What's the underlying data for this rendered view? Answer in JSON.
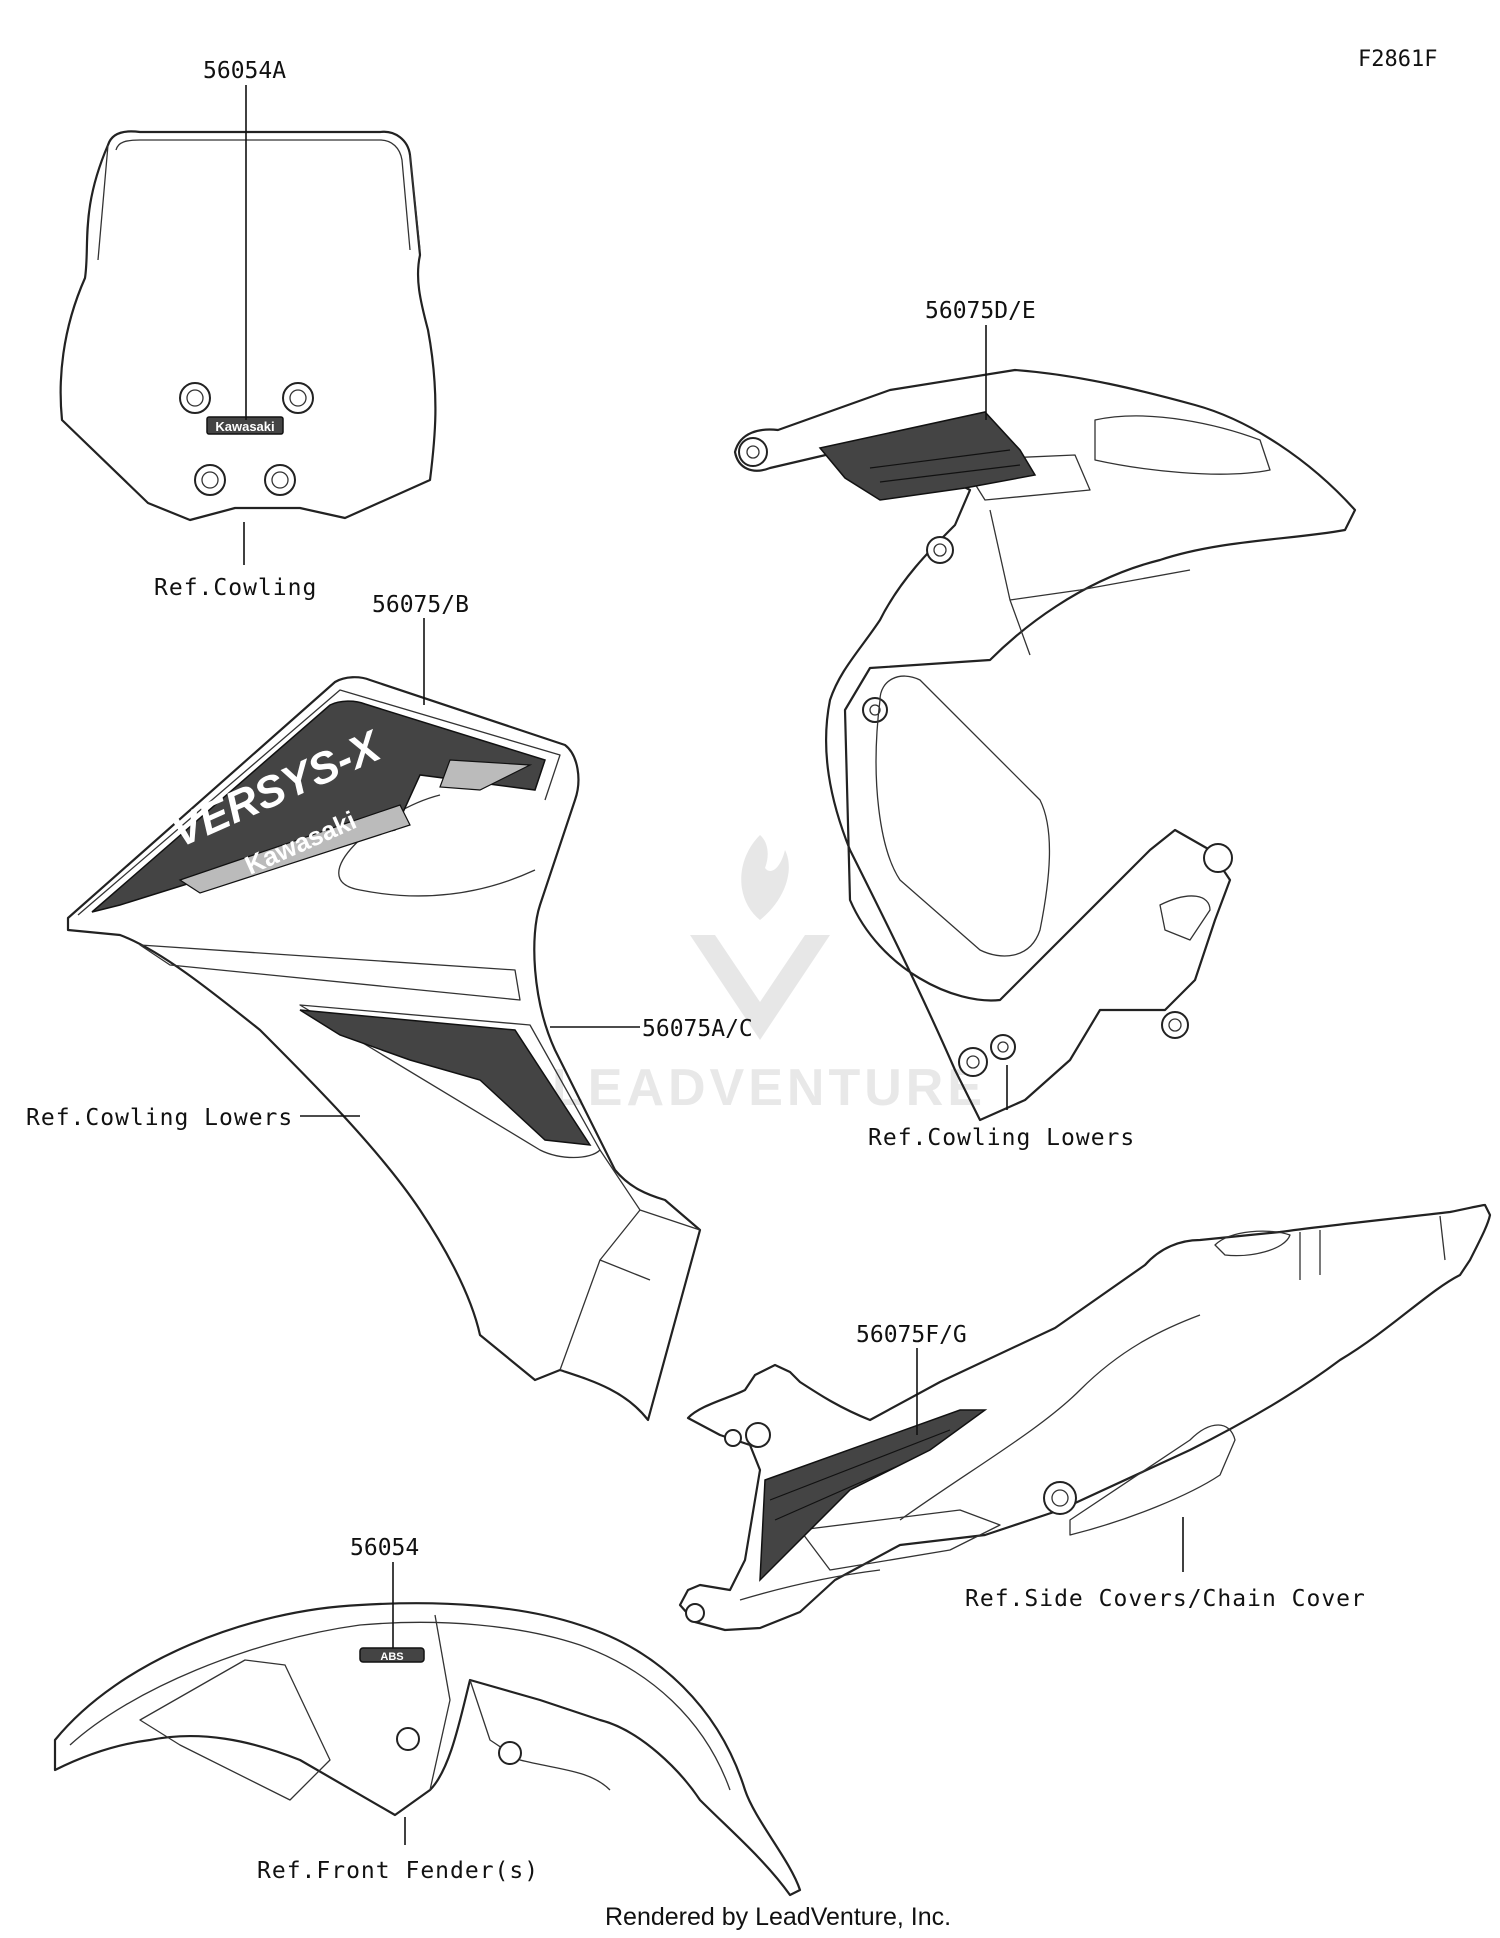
{
  "figure_id": "F2861F",
  "watermark": "LEADVENTURE",
  "credit": "Rendered by LeadVenture, Inc.",
  "callouts": {
    "windshield_part": "56054A",
    "windshield_ref": "Ref.Cowling",
    "cowl_left_part_top": "56075/B",
    "cowl_left_part_mid": "56075A/C",
    "cowl_left_ref": "Ref.Cowling Lowers",
    "cowl_right_part": "56075D/E",
    "cowl_right_ref": "Ref.Cowling Lowers",
    "side_cover_part": "56075F/G",
    "side_cover_ref": "Ref.Side Covers/Chain Cover",
    "fender_part": "56054",
    "fender_ref": "Ref.Front Fender(s)"
  },
  "decal_text": {
    "windshield_logo": "Kawasaki",
    "cowl_model": "VERSYS-X",
    "cowl_logo": "Kawasaki",
    "fender_badge": "ABS"
  }
}
